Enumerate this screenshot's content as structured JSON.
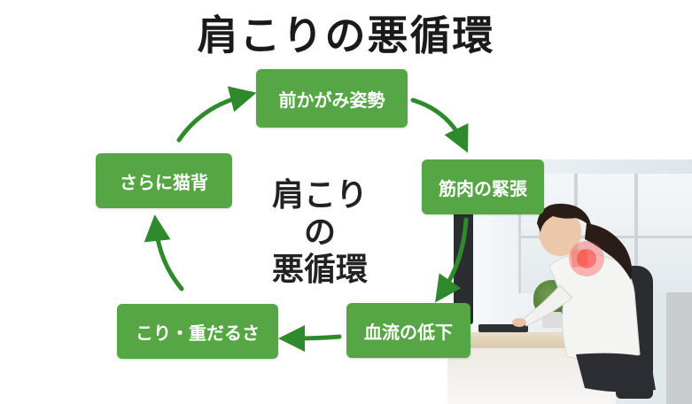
{
  "title": "肩こりの悪循環",
  "center": {
    "line1": "肩こりの",
    "line2": "悪循環"
  },
  "nodes": {
    "posture": "前かがみ姿勢",
    "tension": "筋肉の緊張",
    "blood": "血流の低下",
    "stiffness": "こり・重だるさ",
    "hunch": "さらに猫背"
  },
  "colors": {
    "node": "#56a646",
    "arrow": "#2f8a2c",
    "text": "#1a1a1a"
  }
}
